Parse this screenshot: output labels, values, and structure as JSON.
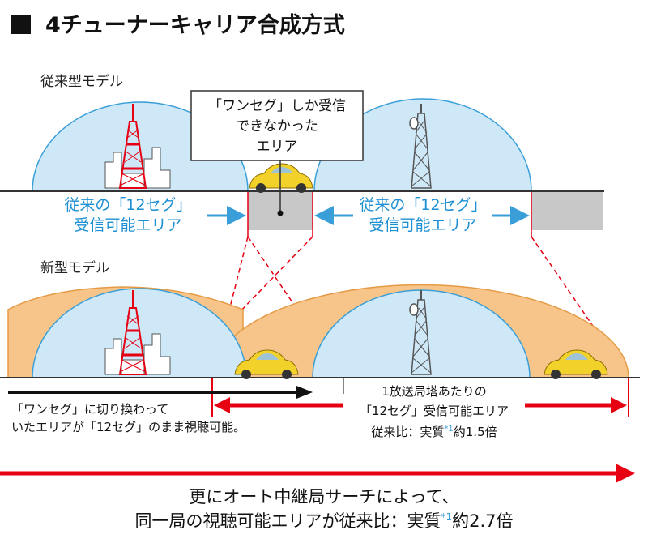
{
  "title": "4チューナーキャリア合成方式",
  "conventional": {
    "label": "従来型モデル",
    "gap_callout": [
      "「ワンセグ」しか受信",
      "できなかった",
      "エリア"
    ],
    "left_area_label": [
      "従来の「12セグ」",
      "受信可能エリア"
    ],
    "right_area_label": [
      "従来の「12セグ」",
      "受信可能エリア"
    ]
  },
  "new_model": {
    "label": "新型モデル",
    "oneseg_note": [
      "「ワンセグ」に切り換わって",
      "いたエリアが「12セグ」のまま視聴可能。"
    ],
    "per_station": {
      "line1": "1放送局塔あたりの",
      "line2": "「12セグ」受信可能エリア",
      "ratio_prefix": "従来比：実質",
      "footnote_mark": "*1",
      "ratio_suffix": "約1.5倍"
    }
  },
  "bottom": {
    "line1": "更にオート中継局サーチによって、",
    "line2_prefix": "同一局の視聴可能エリアが従来比：実質",
    "footnote_mark": "*1",
    "line2_suffix": "約2.7倍"
  },
  "colors": {
    "blue_area": "#cfe8f7",
    "blue_stroke": "#3a9fd8",
    "orange_area": "#f7c48a",
    "orange_stroke": "#e59a45",
    "red": "#e60012",
    "gray_gap": "#c8c8c8",
    "car": "#f2d22a",
    "footnote_blue": "#3aa0dc"
  },
  "icons": [
    "tv-tower-icon",
    "broadcast-tower-icon",
    "car-icon"
  ]
}
